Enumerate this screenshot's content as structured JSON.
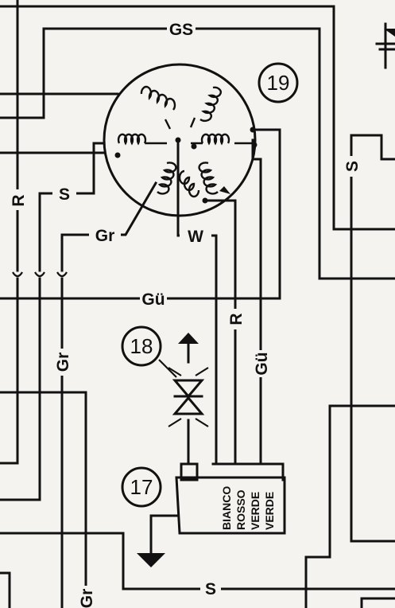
{
  "components": {
    "stator": {
      "number": "19"
    },
    "rectifier_diode": {
      "number": "18"
    },
    "regulator": {
      "number": "17"
    }
  },
  "wire_labels": {
    "gs": "GS",
    "r_left": "R",
    "s_left": "S",
    "gr_top": "Gr",
    "w": "W",
    "gu_horizontal": "Gü",
    "r_vertical": "R",
    "gu_vertical": "Gü",
    "gr_vertical": "Gr",
    "gr_bottom": "Gr",
    "s_right": "S",
    "s_bottom": "S"
  },
  "regulator_terminals": [
    "BIANCO",
    "ROSSO",
    "VERDE",
    "VERDE"
  ],
  "colors": {
    "ink": "#111111",
    "paper": "#f4f3ef"
  }
}
